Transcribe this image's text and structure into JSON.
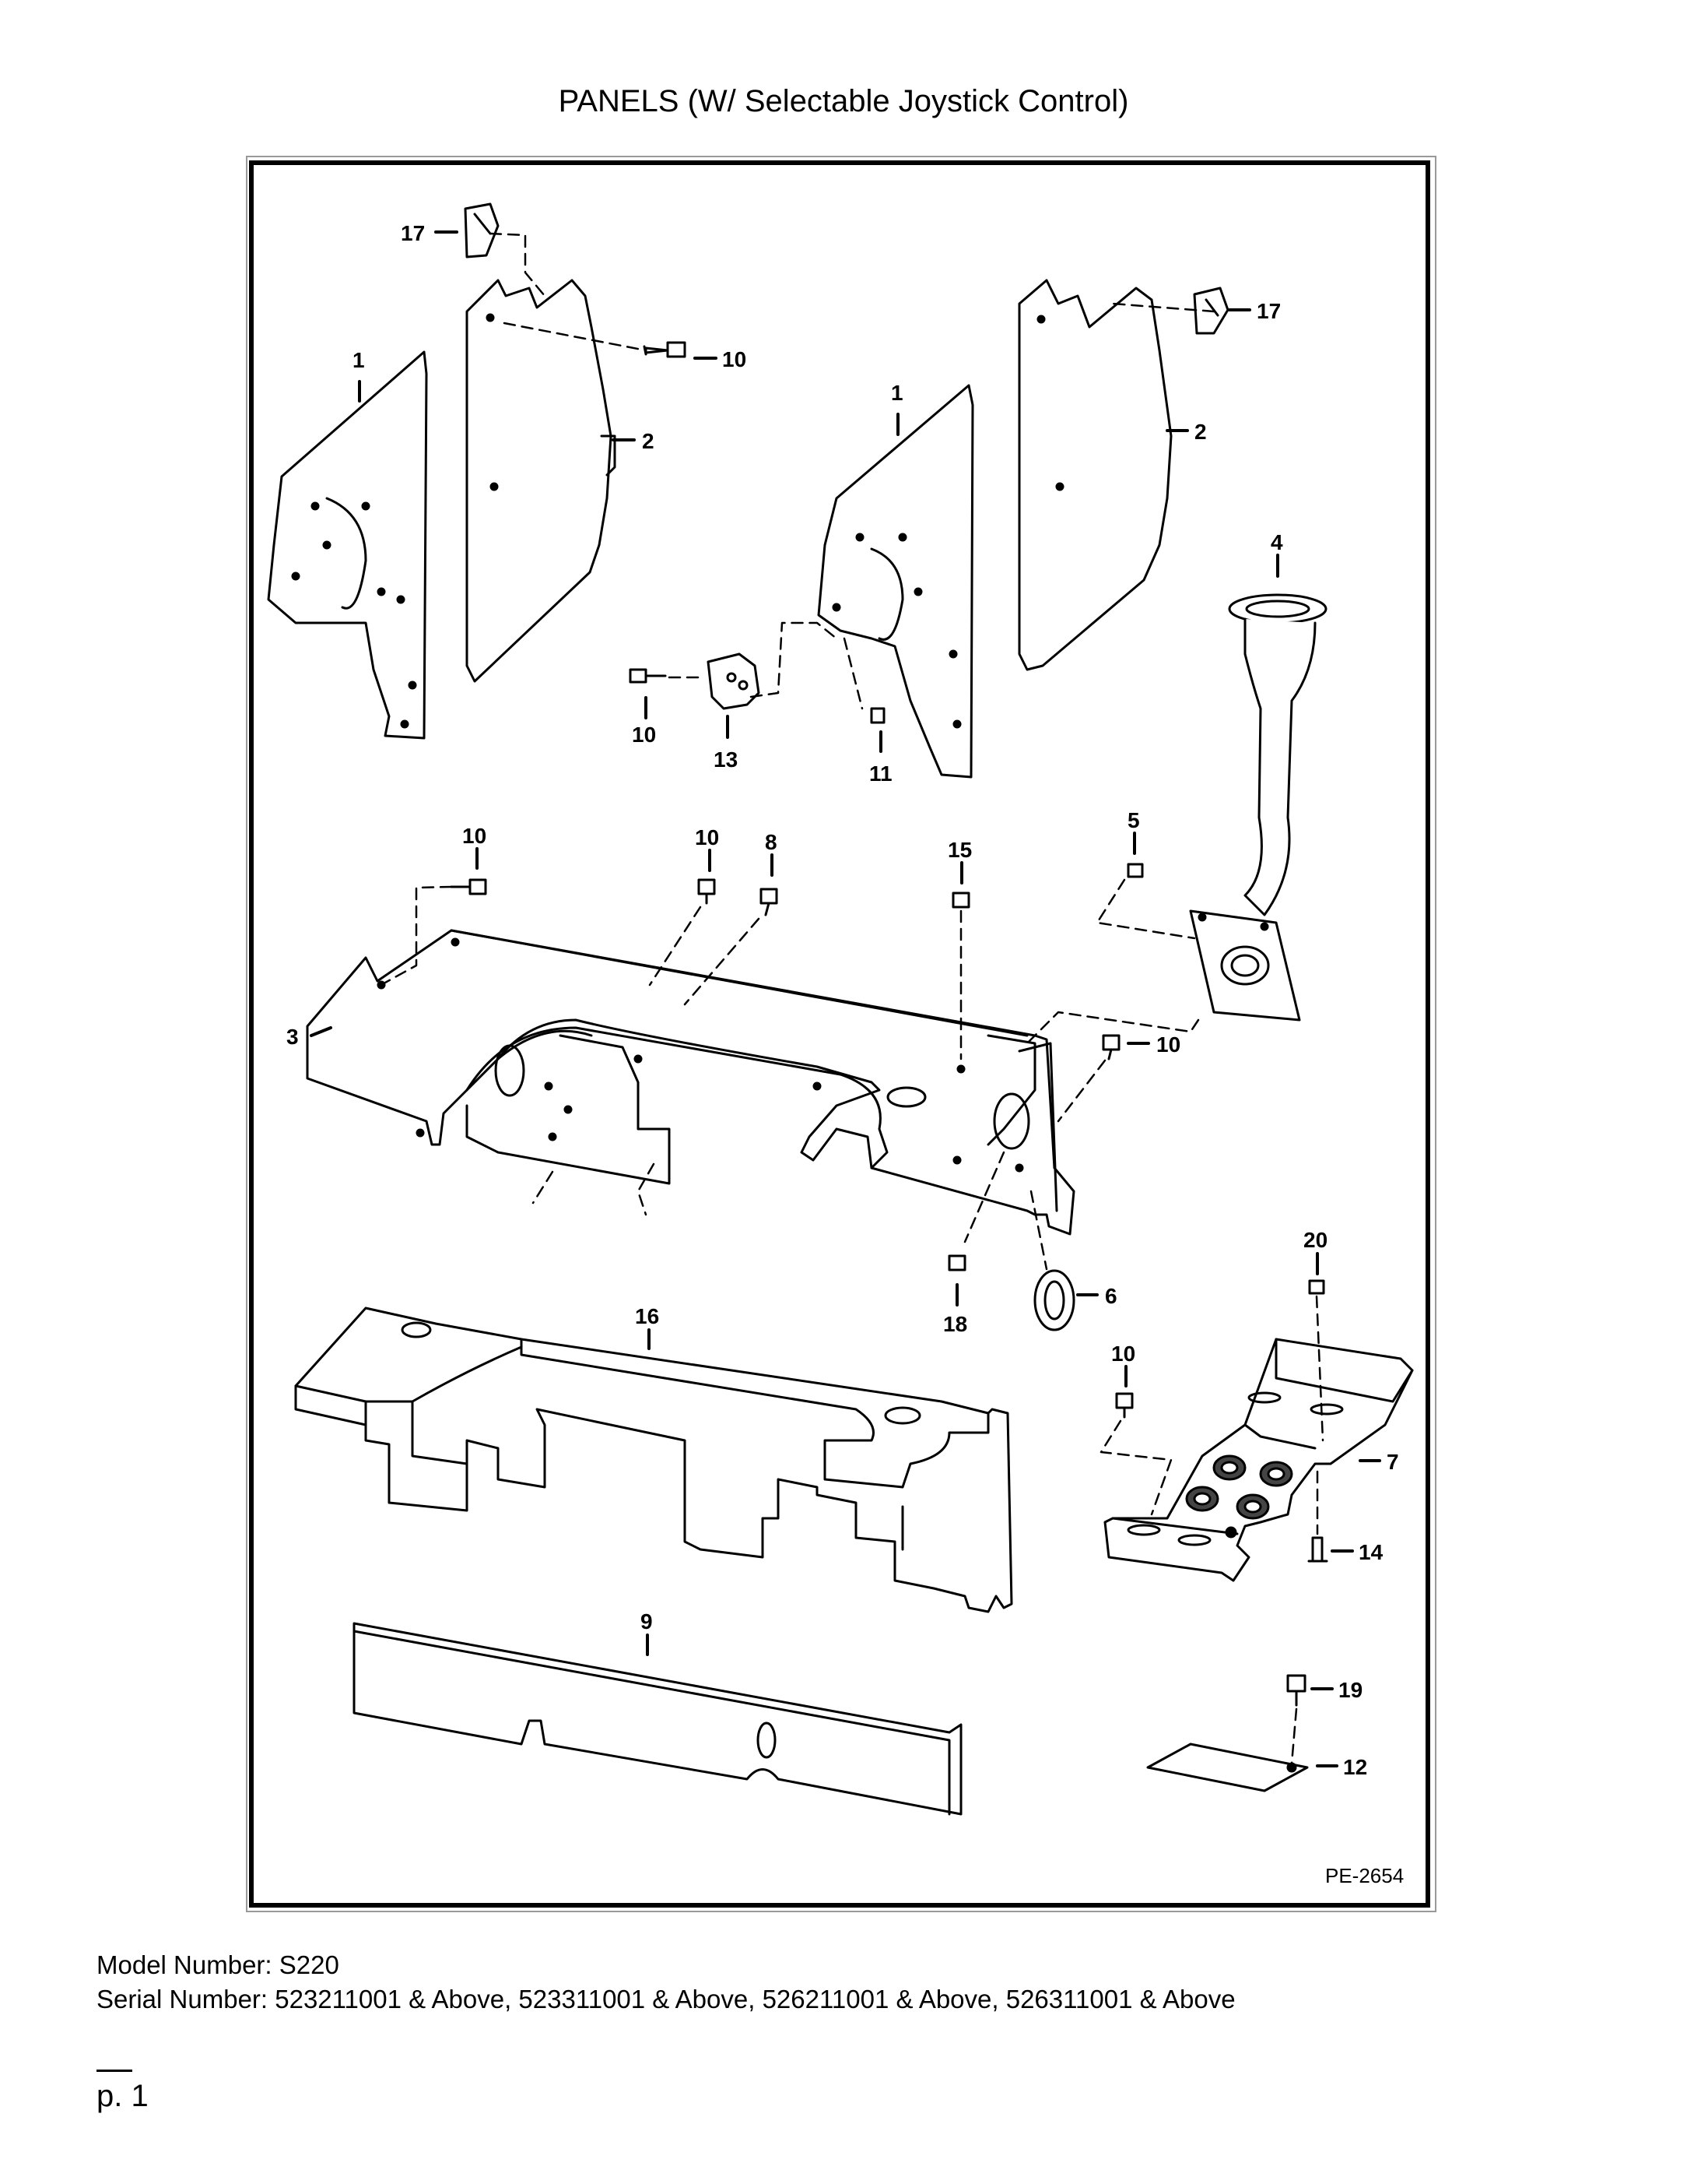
{
  "title": "PANELS (W/ Selectable Joystick Control)",
  "figure_code": "PE-2654",
  "callouts": {
    "c17a": "17",
    "c17b": "17",
    "c1a": "1",
    "c1b": "1",
    "c2a": "2",
    "c2b": "2",
    "c10a": "10",
    "c10b": "10",
    "c10c": "10",
    "c10d": "10",
    "c10e": "10",
    "c10f": "10",
    "c4": "4",
    "c13": "13",
    "c11": "11",
    "c8": "8",
    "c15": "15",
    "c5": "5",
    "c3": "3",
    "c6": "6",
    "c16": "16",
    "c18": "18",
    "c20": "20",
    "c7": "7",
    "c14": "14",
    "c9": "9",
    "c19": "19",
    "c12": "12"
  },
  "footer": {
    "model_number": "Model Number: S220",
    "serial_number": "Serial Number: 523211001 & Above, 523311001 & Above, 526211001 & Above, 526311001 & Above",
    "page": "p. 1"
  }
}
